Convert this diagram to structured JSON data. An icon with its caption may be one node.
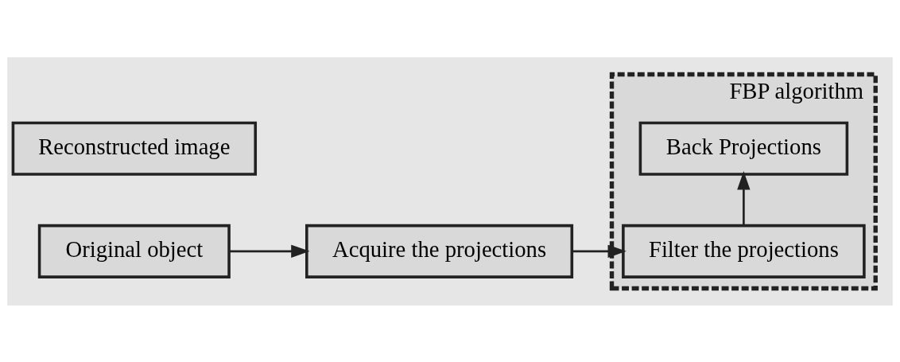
{
  "diagram": {
    "nodes": [
      {
        "text": [
          "Original object"
        ]
      },
      {
        "text": [
          "Acquire the projections"
        ]
      },
      {
        "text": [
          "FBP algorithm"
        ]
      },
      {
        "text": [
          "Filter the projections"
        ],
        "in": 2
      },
      {
        "text": [
          "Back Projections"
        ],
        "in": 2
      },
      {
        "text": [
          "Reconstructed image"
        ]
      }
    ],
    "edges": [
      {
        "from": 0,
        "to": 1,
        "arrow": "to"
      },
      {
        "from": 1,
        "to": 3,
        "arrow": "to"
      },
      {
        "from": 3,
        "to": 4,
        "arrow": "to"
      }
    ]
  }
}
